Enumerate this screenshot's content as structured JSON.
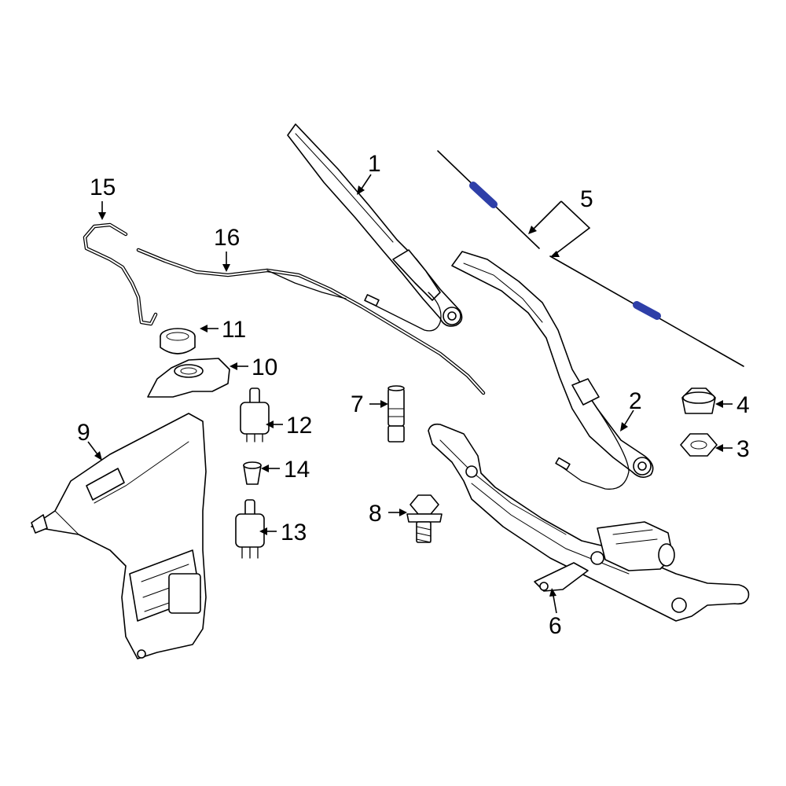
{
  "accent_color": "#2e3fa8",
  "callouts": {
    "c1": "1",
    "c2": "2",
    "c3": "3",
    "c4": "4",
    "c5": "5",
    "c6": "6",
    "c7": "7",
    "c8": "8",
    "c9": "9",
    "c10": "10",
    "c11": "11",
    "c12": "12",
    "c13": "13",
    "c14": "14",
    "c15": "15",
    "c16": "16"
  }
}
